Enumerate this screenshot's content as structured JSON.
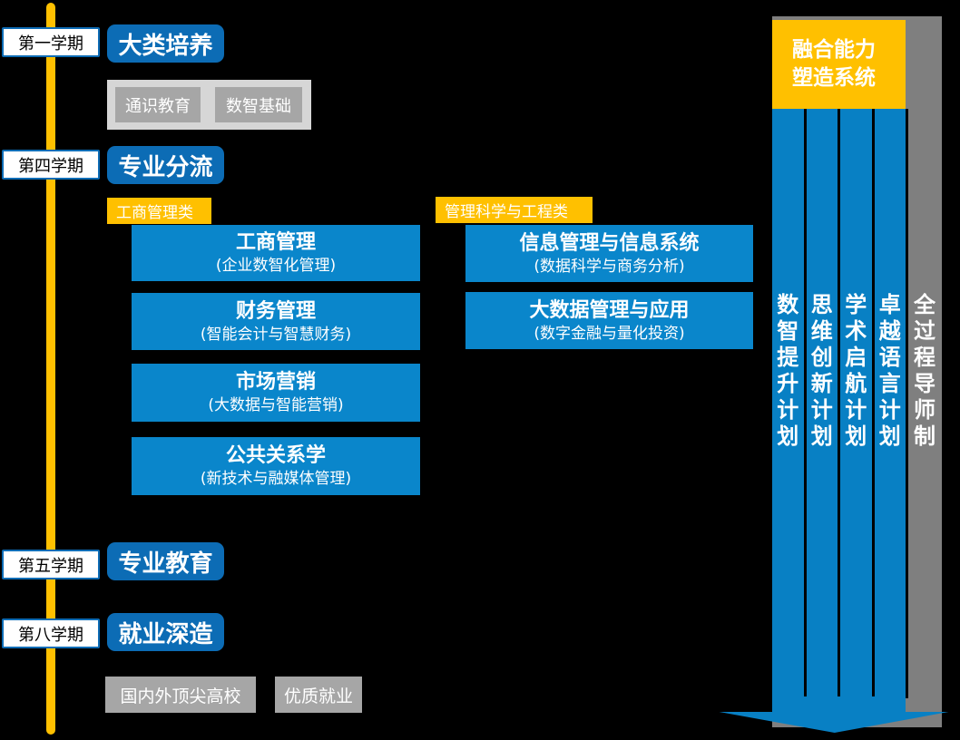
{
  "colors": {
    "background": "#000000",
    "timeline_yellow": "#FFC000",
    "milestone_blue": "#0C6CB5",
    "program_blue": "#0A86CB",
    "plan_column_blue": "#0880C4",
    "chip_gray": "#A6A6A6",
    "chip_container_gray": "#D6D6D6",
    "panel_gray": "#7F7F7F",
    "category_label_yellow": "#FFC000",
    "semester_border_blue": "#0D6CB5"
  },
  "timeline": {
    "semesters": [
      {
        "label": "第一学期"
      },
      {
        "label": "第四学期"
      },
      {
        "label": "第五学期"
      },
      {
        "label": "第八学期"
      }
    ]
  },
  "milestones": [
    {
      "label": "大类培养"
    },
    {
      "label": "专业分流"
    },
    {
      "label": "专业教育"
    },
    {
      "label": "就业深造"
    }
  ],
  "foundation": {
    "items": [
      {
        "label": "通识教育"
      },
      {
        "label": "数智基础"
      }
    ]
  },
  "categories": [
    {
      "label": "工商管理类",
      "programs": [
        {
          "title": "工商管理",
          "subtitle": "(企业数智化管理)"
        },
        {
          "title": "财务管理",
          "subtitle": "(智能会计与智慧财务)"
        },
        {
          "title": "市场营销",
          "subtitle": "(大数据与智能营销)"
        },
        {
          "title": "公共关系学",
          "subtitle": "(新技术与融媒体管理)"
        }
      ]
    },
    {
      "label": "管理科学与工程类",
      "programs": [
        {
          "title": "信息管理与信息系统",
          "subtitle": "(数据科学与商务分析)"
        },
        {
          "title": "大数据管理与应用",
          "subtitle": "(数字金融与量化投资)"
        }
      ]
    }
  ],
  "outcomes": [
    {
      "label": "国内外顶尖高校"
    },
    {
      "label": "优质就业"
    }
  ],
  "right_panel": {
    "header": {
      "line1": "融合能力",
      "line2": "塑造系统"
    },
    "plans": [
      {
        "label": "数智提升计划"
      },
      {
        "label": "思维创新计划"
      },
      {
        "label": "学术启航计划"
      },
      {
        "label": "卓越语言计划"
      }
    ],
    "mentor": {
      "label": "全过程导师制"
    }
  }
}
